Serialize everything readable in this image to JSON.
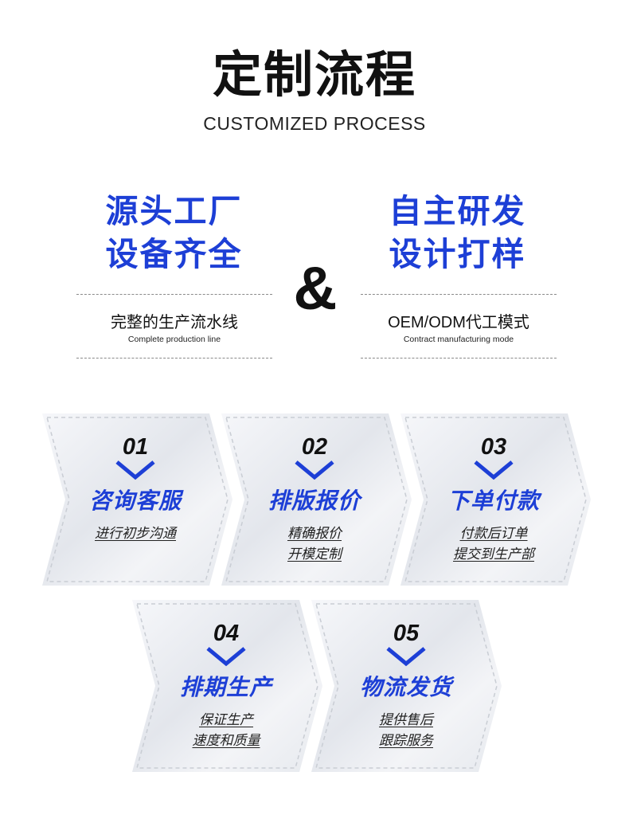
{
  "header": {
    "title": "定制流程",
    "subtitle": "CUSTOMIZED PROCESS"
  },
  "features": {
    "left": {
      "line1": "源头工厂",
      "line2": "设备齐全",
      "caption_cn": "完整的生产流水线",
      "caption_en": "Complete production line"
    },
    "ampersand": "&",
    "right": {
      "line1": "自主研发",
      "line2": "设计打样",
      "caption_cn": "OEM/ODM代工模式",
      "caption_en": "Contract manufacturing mode"
    }
  },
  "steps": [
    {
      "number": "01",
      "title": "咨询客服",
      "desc": [
        "进行初步沟通"
      ]
    },
    {
      "number": "02",
      "title": "排版报价",
      "desc": [
        "精确报价",
        "开模定制"
      ]
    },
    {
      "number": "03",
      "title": "下单付款",
      "desc": [
        "付款后订单",
        "提交到生产部"
      ]
    },
    {
      "number": "04",
      "title": "排期生产",
      "desc": [
        "保证生产",
        "速度和质量"
      ]
    },
    {
      "number": "05",
      "title": "物流发货",
      "desc": [
        "提供售后",
        "跟踪服务"
      ]
    }
  ],
  "colors": {
    "accent": "#1d3fd6",
    "text": "#111111",
    "card_fill": "#eceff4"
  },
  "icons": {
    "step_marker": "chevron-down-icon"
  }
}
